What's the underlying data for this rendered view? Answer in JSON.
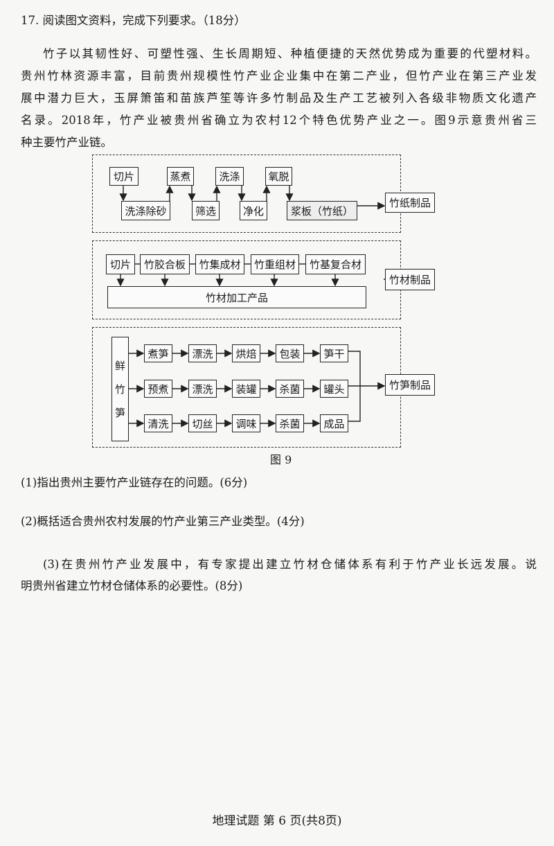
{
  "question": {
    "title": "17. 阅读图文资料，完成下列要求。（18分）",
    "paragraph": [
      "竹子以其韧性好、可塑性强、生长周期短、种植便捷的天然优势成为重要的代塑材料。",
      "贵州竹林资源丰富，目前贵州规模性竹产业企业集中在第二产业，但竹产业在第三产业发",
      "展中潜力巨大，玉屏箫笛和苗族芦笙等许多竹制品及生产工艺被列入各级非物质文化遗产",
      "名录。2018年，竹产业被贵州省确立为农村12个特色优势产业之一。图9示意贵州省三",
      "种主要竹产业链。"
    ],
    "sub": [
      "(1)指出贵州主要竹产业链存在的问题。(6分)",
      "(2)概括适合贵州农村发展的竹产业第三产业类型。(4分)",
      "(3)在贵州竹产业发展中，有专家提出建立竹材仓储体系有利于竹产业长远发展。说",
      "明贵州省建立竹材仓储体系的必要性。(8分)"
    ]
  },
  "diagram": {
    "paper": {
      "steps": [
        "切片",
        "洗涤除砂",
        "蒸煮",
        "筛选",
        "洗涤",
        "净化",
        "氧脱",
        "浆板（竹纸）"
      ],
      "product": "竹纸制品"
    },
    "timber": {
      "steps": [
        "切片",
        "竹胶合板",
        "竹集成材",
        "竹重组材",
        "竹基复合材"
      ],
      "base": "竹材加工产品",
      "product": "竹材制品"
    },
    "shoot": {
      "source": "鲜竹笋",
      "rows": [
        [
          "煮笋",
          "漂洗",
          "烘焙",
          "包装",
          "笋干"
        ],
        [
          "预煮",
          "漂洗",
          "装罐",
          "杀菌",
          "罐头"
        ],
        [
          "清洗",
          "切丝",
          "调味",
          "杀菌",
          "成品"
        ]
      ],
      "product": "竹笋制品"
    },
    "caption": "图 9"
  },
  "footer": "地理试题  第 6 页(共8页)"
}
